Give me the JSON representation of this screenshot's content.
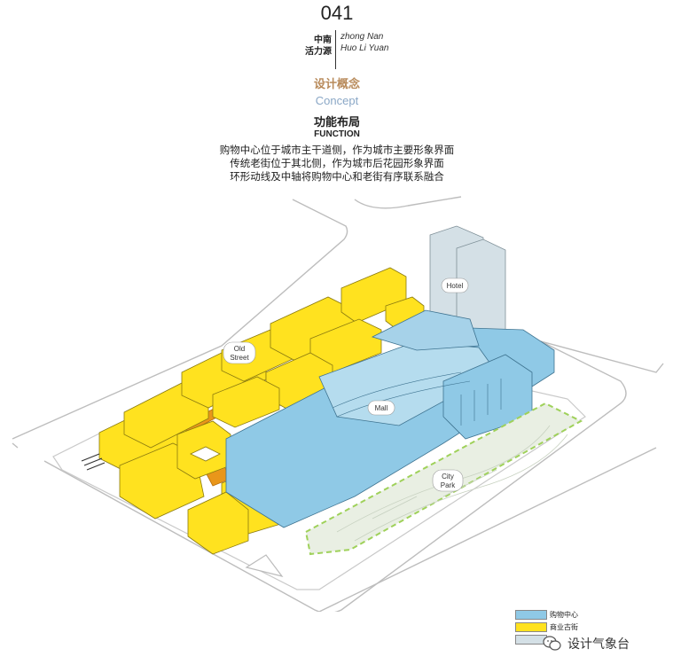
{
  "header": {
    "page_number": "041",
    "project_name_cn_line1": "中南",
    "project_name_cn_line2": "活力源",
    "project_name_en_line1": "zhong Nan",
    "project_name_en_line2": "Huo Li Yuan"
  },
  "section": {
    "title_cn": "设计概念",
    "title_en": "Concept",
    "heading_cn": "功能布局",
    "heading_en": "FUNCTION",
    "description_lines": [
      "购物中心位于城市主干道侧，作为城市主要形象界面",
      "传统老街位于其北侧，作为城市后花园形象界面",
      "环形动线及中轴将购物中心和老街有序联系融合"
    ]
  },
  "map_labels": {
    "hotel": "Hotel",
    "old_street_line1": "Old",
    "old_street_line2": "Street",
    "mall": "Mall",
    "city_park_line1": "City",
    "city_park_line2": "Park"
  },
  "legend": [
    {
      "label": "购物中心",
      "color": "#8fc9e6"
    },
    {
      "label": "商业古街",
      "color": "#ffe21f"
    },
    {
      "label": "",
      "color": "#d4e0e6"
    }
  ],
  "colors": {
    "mall": "#8fc9e6",
    "old_street": "#ffe21f",
    "walkway": "#e9961a",
    "hotel": "#d4e0e6",
    "park_border": "#9fd15a",
    "road_line": "#bbbbbb"
  },
  "watermark": {
    "icon": "wechat-icon",
    "text": "设计气象台"
  }
}
